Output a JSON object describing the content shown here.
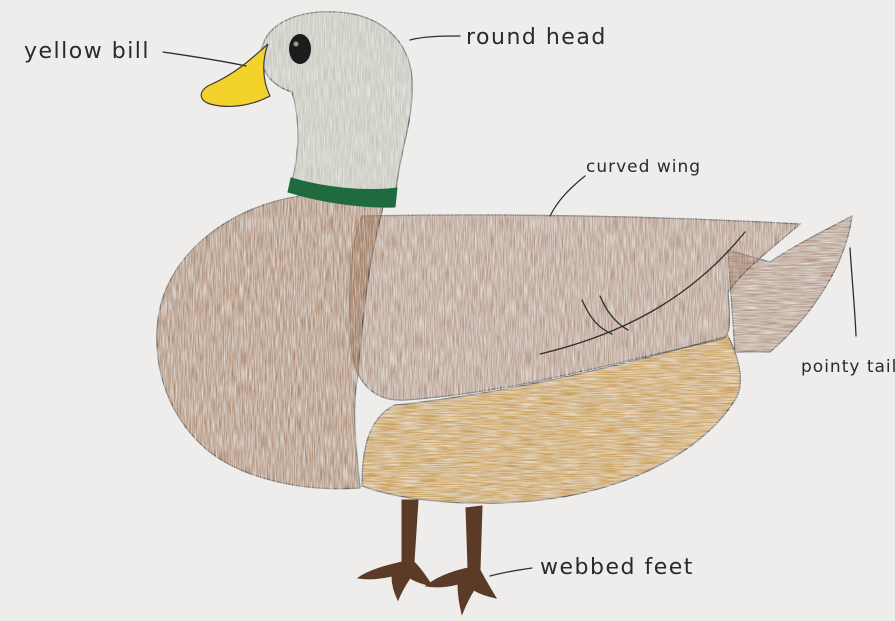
{
  "labels": {
    "bill": "yellow bill",
    "head": "round head",
    "wing": "curved wing",
    "tail": "pointy tail",
    "feet": "webbed feet"
  },
  "colors": {
    "paper": "#efedeb",
    "body_brown": "#9c7558",
    "back_brown": "#a58470",
    "head_grey": "#b9bcaf",
    "bill_yellow": "#f2d22b",
    "neck_ring_green": "#1f6b3f",
    "side_ochre": "#c18a35",
    "legs_brown": "#5b3a27",
    "eye": "#1c1c1c",
    "outline": "#3a3a3a"
  }
}
